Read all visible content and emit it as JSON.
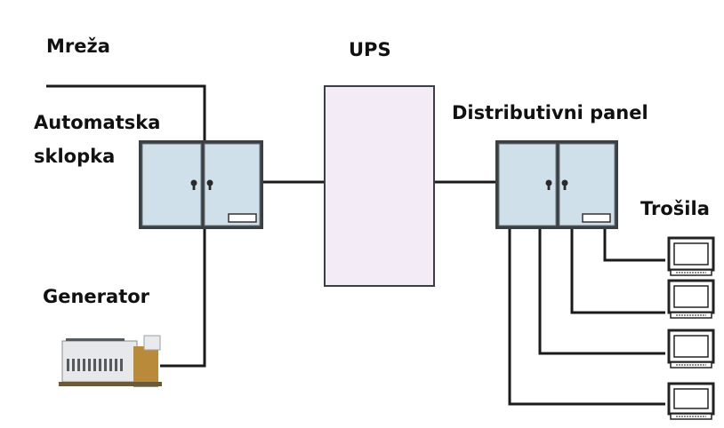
{
  "labels": {
    "mains": "Mreža",
    "ups": "UPS",
    "transfer_switch_line1": "Automatska",
    "transfer_switch_line2": "sklopka",
    "distribution_panel": "Distributivni panel",
    "loads": "Trošila",
    "generator": "Generator"
  },
  "colors": {
    "cabinet_fill": "#cfe0ea",
    "cabinet_stroke": "#3a3f44",
    "ups_fill": "#f3ecf6",
    "line": "#1a1a1a",
    "generator_body": "#e6e8ea",
    "generator_accent": "#b88a3a"
  },
  "components": {
    "transfer_switch": "cabinet",
    "ups": "box",
    "distribution_panel": "cabinet",
    "loads": [
      "monitor-icon",
      "monitor-icon",
      "monitor-icon",
      "monitor-icon"
    ],
    "generator": "generator-icon"
  }
}
